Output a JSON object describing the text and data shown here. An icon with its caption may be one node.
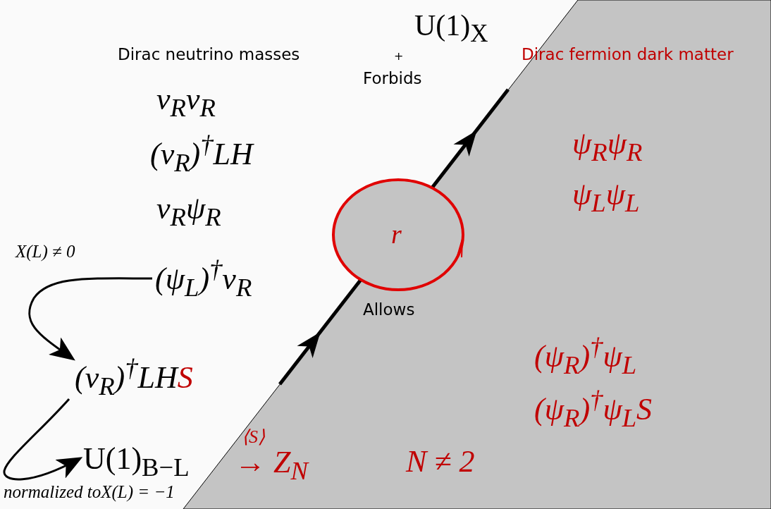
{
  "diagram": {
    "nodes": [
      {
        "text": [
          "(ψ$_{L}$)$^{†}$ν$_{R}$"
        ]
      },
      {
        "text": [
          "(ν$_{R}$)$^{†}$LH",
          "S"
        ]
      },
      {
        "text": [
          "U(1)$_{B−L}$"
        ]
      },
      {
        "text": [
          "r"
        ]
      }
    ],
    "edges": [
      {
        "from": 0,
        "to": 1,
        "arrow": "to",
        "label": "X(L) ≠ 0"
      },
      {
        "from": 1,
        "to": 2,
        "arrow": "to",
        "label": "normalized toX(L) = −1"
      }
    ],
    "labels": [
      "U(1)$_{X}$",
      "Dirac neutrino masses",
      "+",
      "Forbids",
      "Dirac fermion dark matter",
      "ν$_{R}$ν$_{R}$",
      "ψ$_{R}$ψ$_{R}$",
      "(ν$_{R}$)$^{†}$LH",
      "ψ$_{L}$ψ$_{L}$",
      "ν$_{R}$ψ$_{R}$",
      "Allows",
      "(ψ$_{R}$)$^{†}$ψ$_{L}$",
      "(ψ$_{R}$)$^{†}$ψ$_{L}$S",
      "⟨S⟩",
      "→ Z$_{N}$",
      "N ≠ 2"
    ]
  }
}
